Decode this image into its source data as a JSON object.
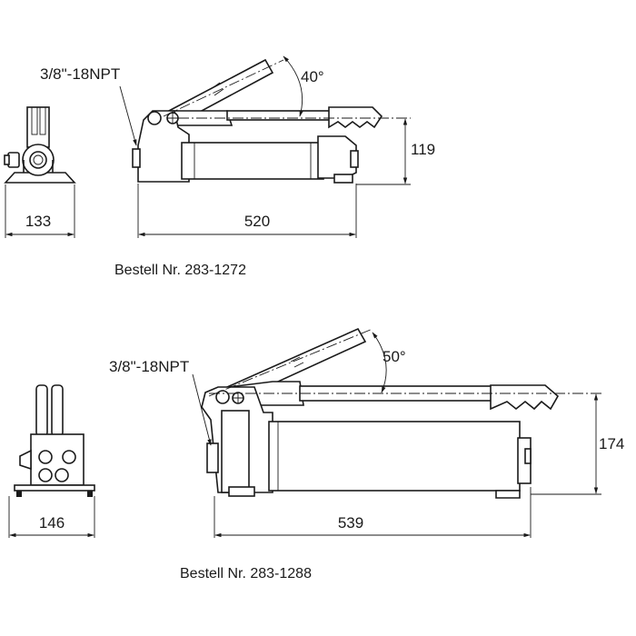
{
  "pump_small": {
    "port_label": "3/8\"-18NPT",
    "angle_label": "40°",
    "height_label": "119",
    "length_label": "520",
    "width_label": "133",
    "order_label": "Bestell Nr. 283-1272"
  },
  "pump_large": {
    "port_label": "3/8\"-18NPT",
    "angle_label": "50°",
    "height_label": "174",
    "length_label": "539",
    "width_label": "146",
    "order_label": "Bestell Nr. 283-1288"
  }
}
